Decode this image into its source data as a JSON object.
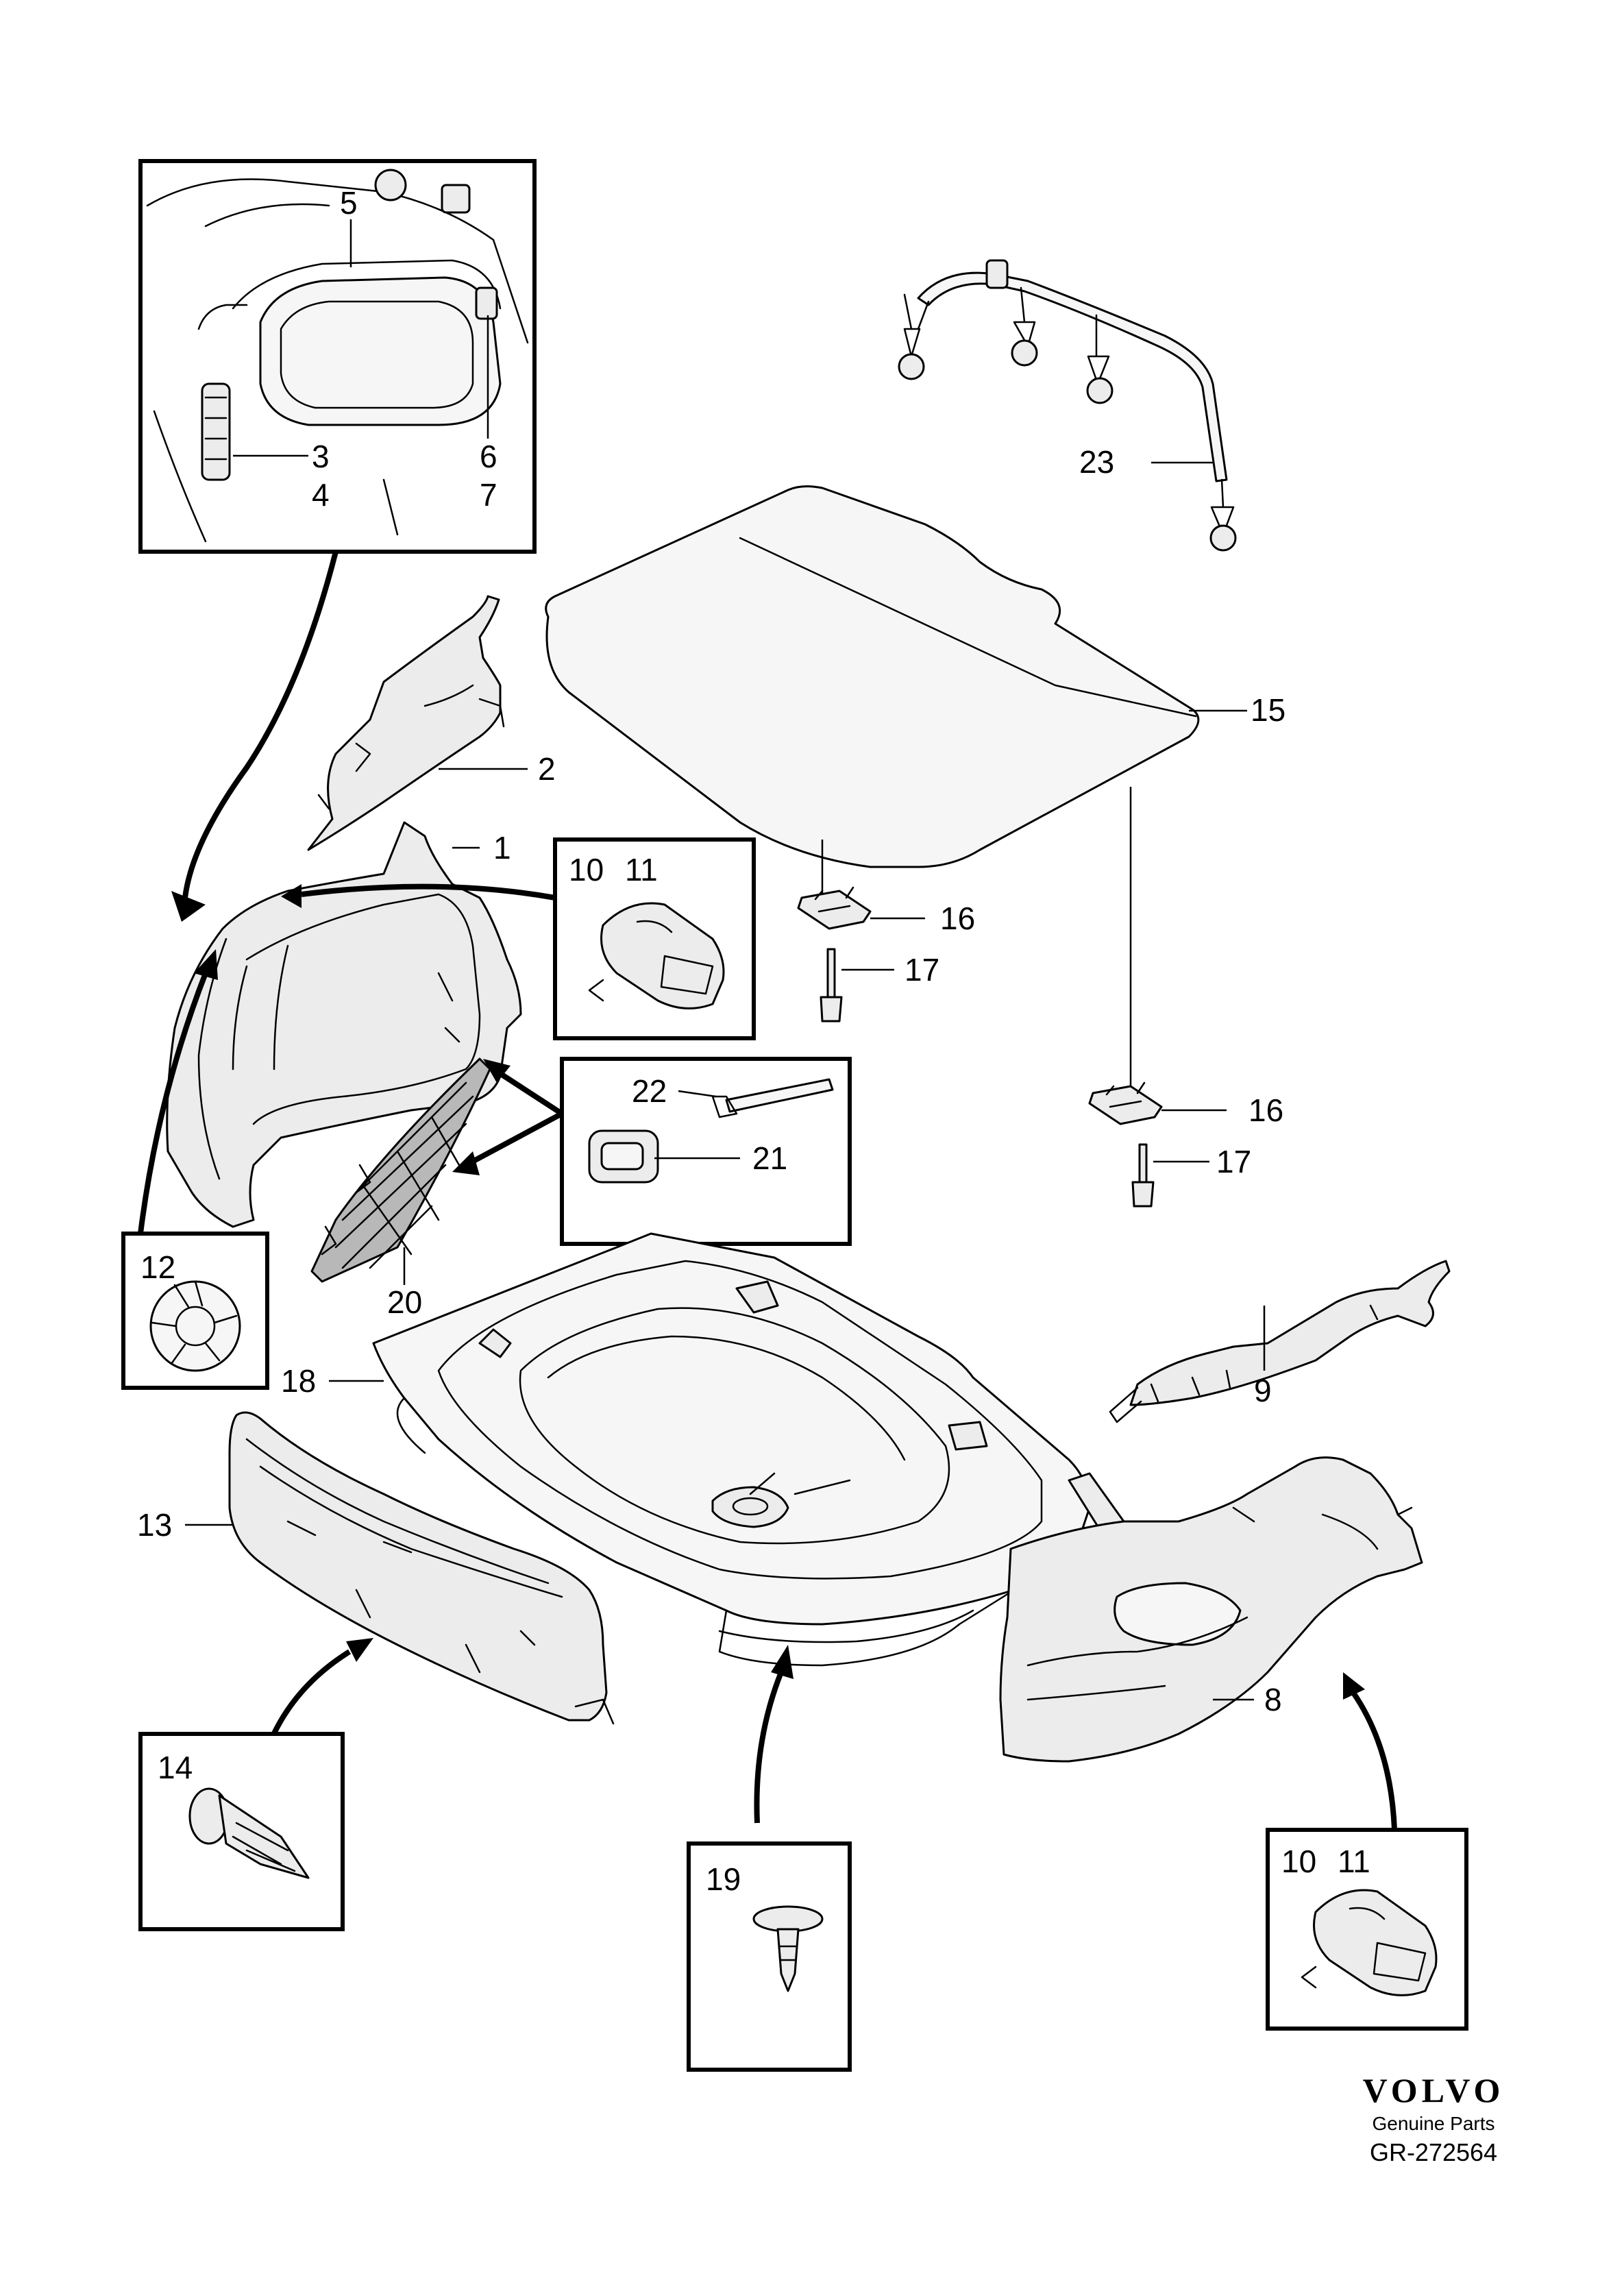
{
  "callouts": {
    "p1": "1",
    "p2": "2",
    "p3": "3",
    "p4": "4",
    "p5": "5",
    "p6": "6",
    "p7": "7",
    "p8": "8",
    "p9": "9",
    "p10a": "10",
    "p11a": "11",
    "p10b": "10",
    "p11b": "11",
    "p12": "12",
    "p13": "13",
    "p14": "14",
    "p15": "15",
    "p16a": "16",
    "p16b": "16",
    "p17a": "17",
    "p17b": "17",
    "p18": "18",
    "p19": "19",
    "p20": "20",
    "p21": "21",
    "p22": "22",
    "p23": "23"
  },
  "footer": {
    "brand": "VOLVO",
    "tagline": "Genuine Parts",
    "code": "GR-272564"
  }
}
